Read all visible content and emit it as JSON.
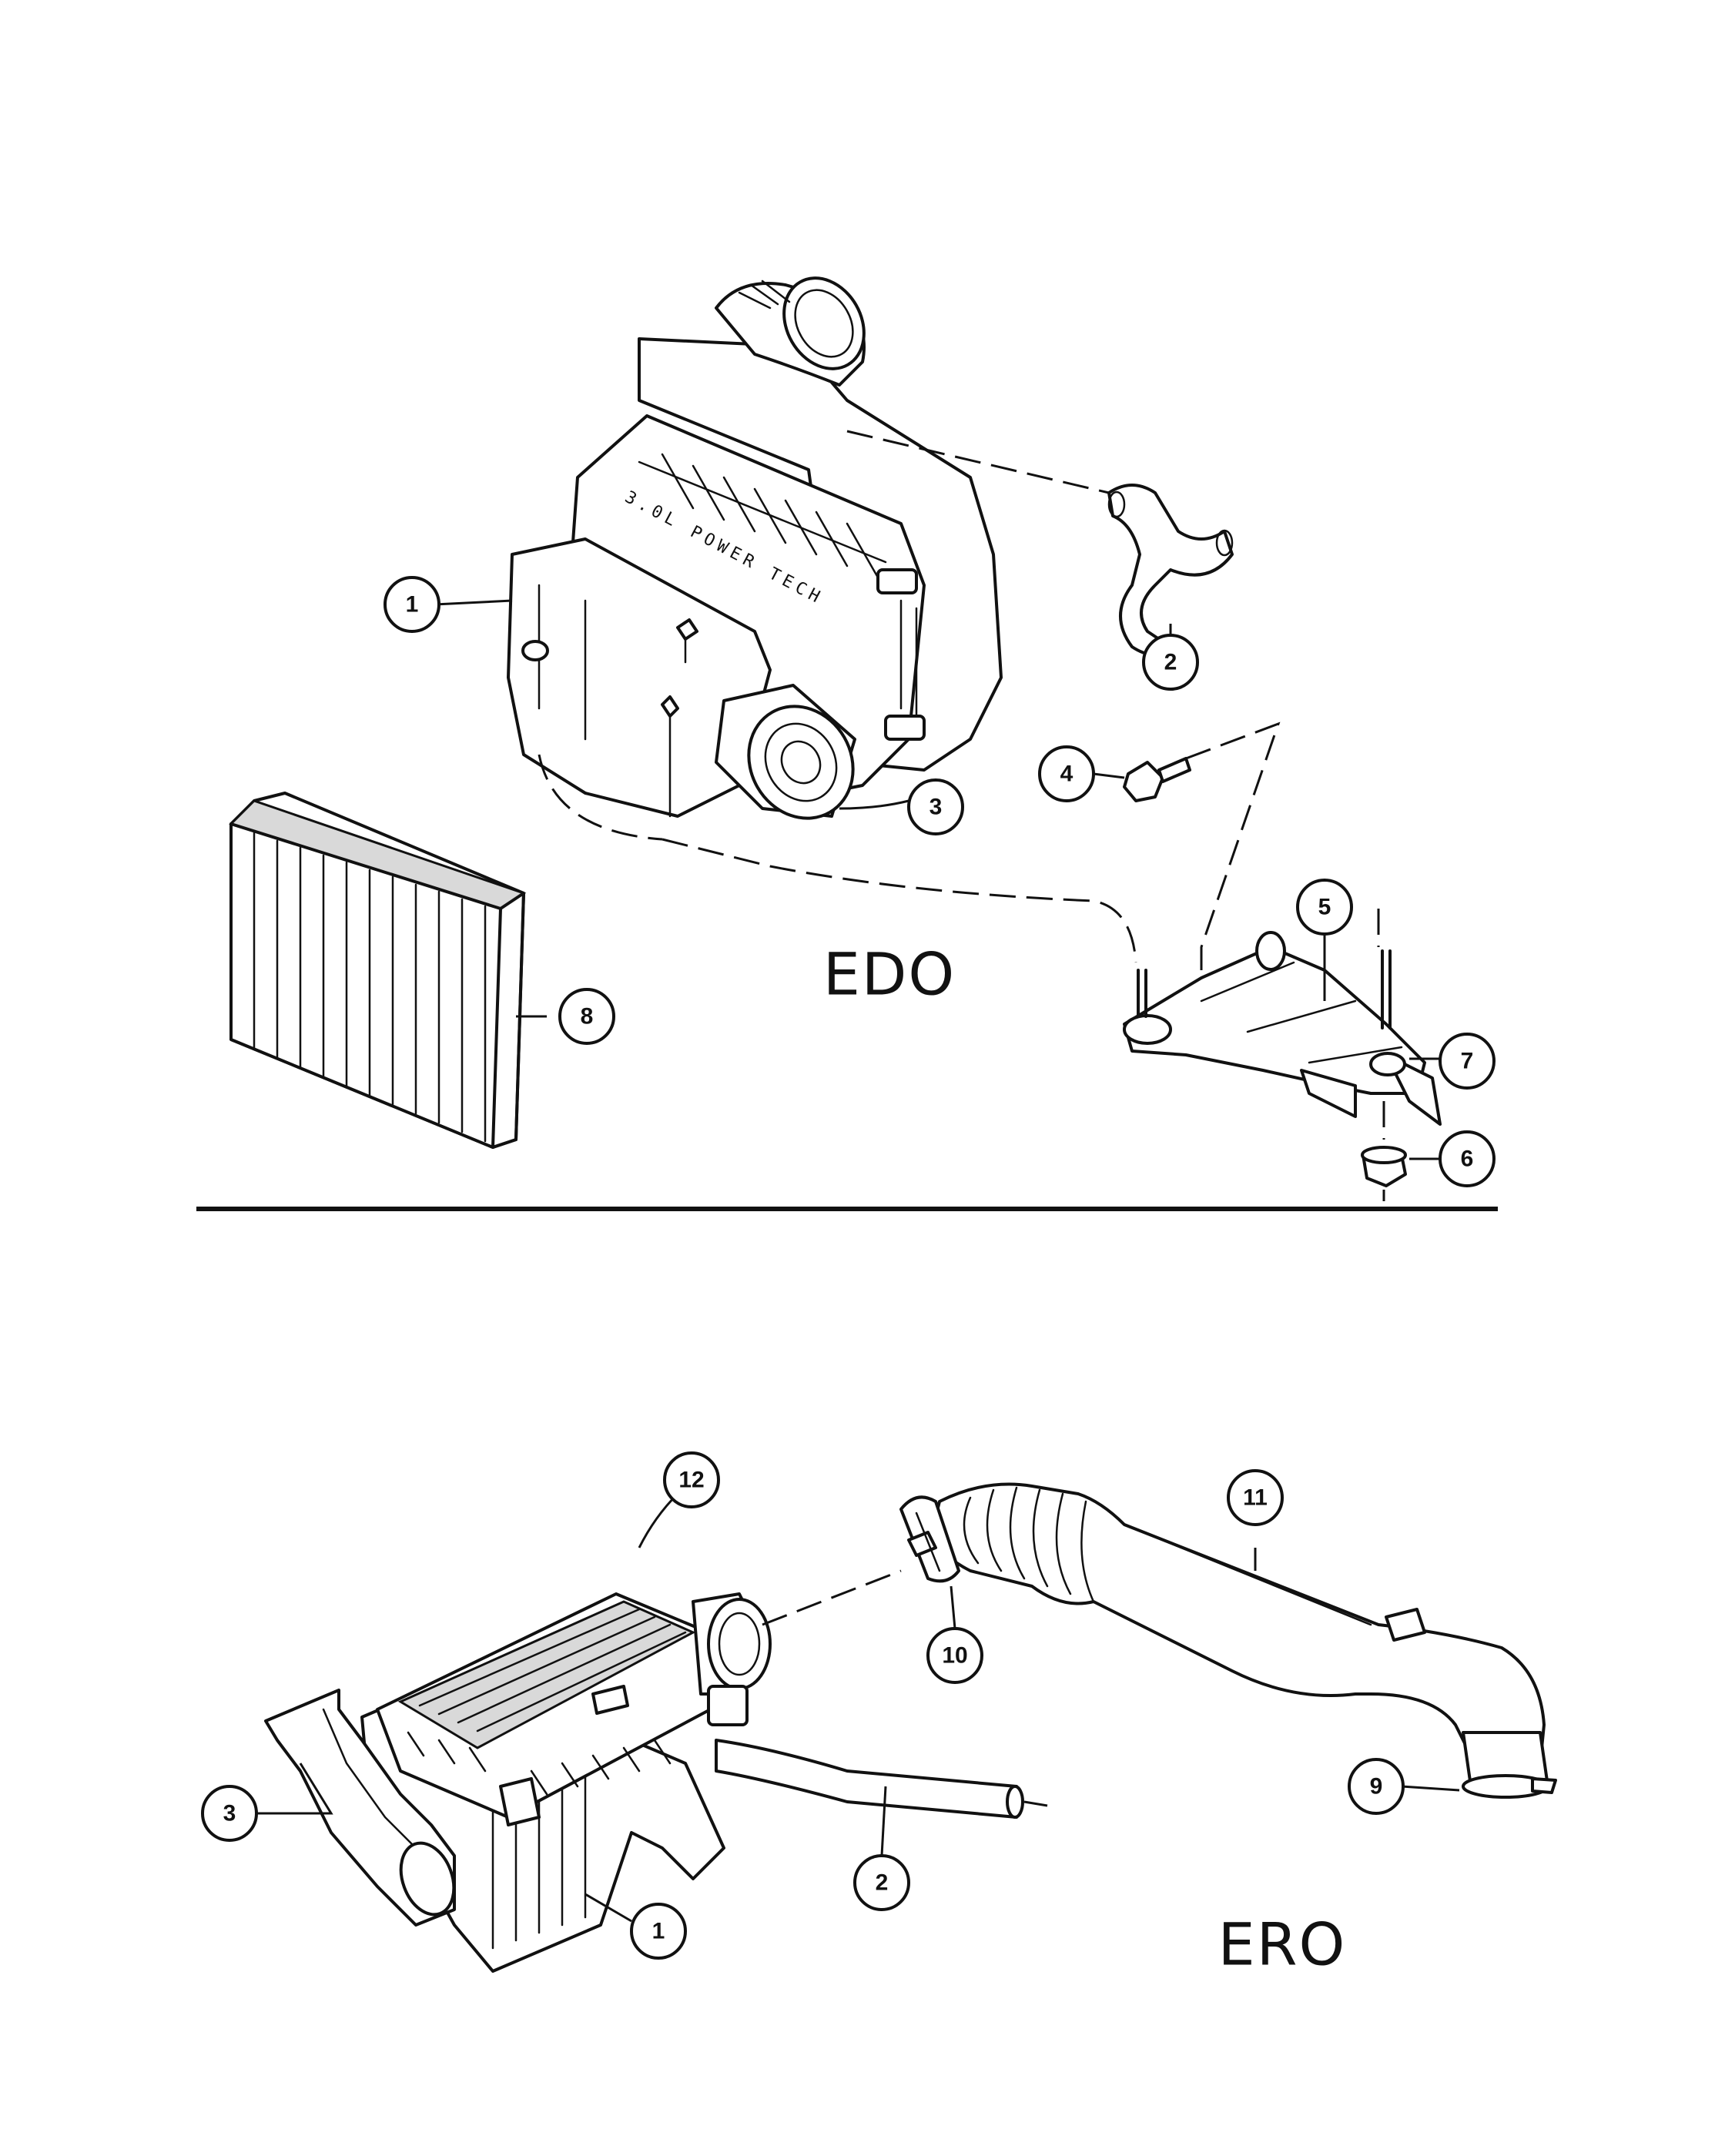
{
  "sections": {
    "top_label": "EDO",
    "bottom_label": "ERO"
  },
  "embossed_text": "3.0L POWER TECH",
  "callouts": {
    "edo_1": "1",
    "edo_2": "2",
    "edo_3": "3",
    "edo_4": "4",
    "edo_5": "5",
    "edo_6": "6",
    "edo_7": "7",
    "edo_8": "8",
    "ero_1": "1",
    "ero_2": "2",
    "ero_3": "3",
    "ero_9": "9",
    "ero_10": "10",
    "ero_11": "11",
    "ero_12": "12"
  }
}
